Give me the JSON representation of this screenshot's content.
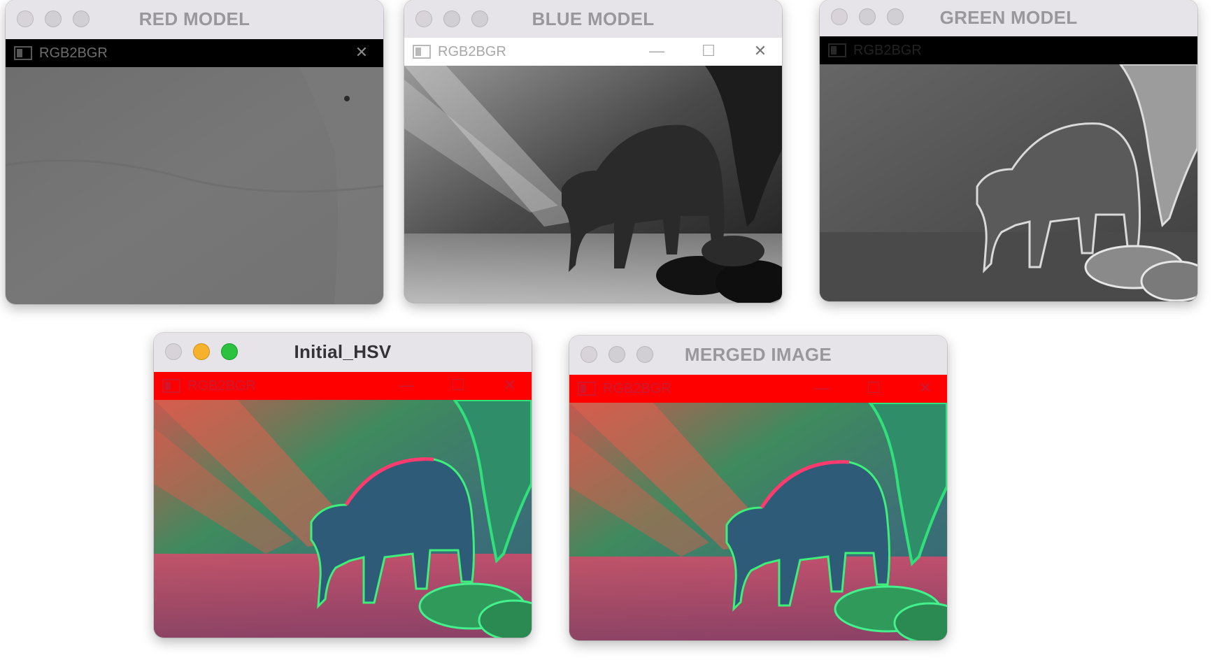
{
  "windows": {
    "red": {
      "title": "RED MODEL",
      "bar_label": "RGB2BGR",
      "close_glyph": "✕"
    },
    "blue": {
      "title": "BLUE MODEL",
      "bar_label": "RGB2BGR",
      "min_glyph": "—",
      "max_glyph": "☐",
      "close_glyph": "✕"
    },
    "green": {
      "title": "GREEN MODEL",
      "bar_label": "RGB2BGR"
    },
    "hsv": {
      "title": "Initial_HSV",
      "bar_label": "RGB2BGR",
      "min_glyph": "—",
      "max_glyph": "☐",
      "close_glyph": "✕"
    },
    "merged": {
      "title": "MERGED IMAGE",
      "bar_label": "RGB2BGR",
      "min_glyph": "—",
      "max_glyph": "☐",
      "close_glyph": "✕"
    }
  },
  "icons": {
    "traffic_close": "close-dot-icon",
    "traffic_minimize": "minimize-dot-icon",
    "traffic_zoom": "zoom-dot-icon",
    "opencv_window": "opencv-window-icon"
  },
  "colors": {
    "hsv_bar": "#ff0000",
    "active_yellow": "#f6b12d",
    "active_green": "#2cc13f"
  }
}
